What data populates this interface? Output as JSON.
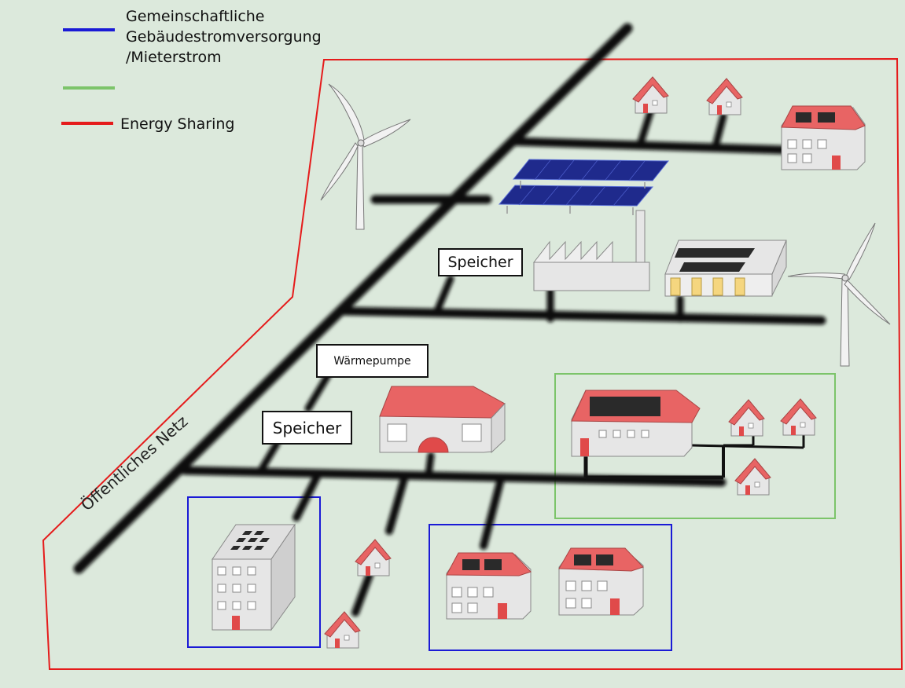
{
  "legend": {
    "blue_label": "Gemeinschaftliche\nGebäudestromversorgung\n/Mieterstrom",
    "green_label": "",
    "red_label": "Energy Sharing"
  },
  "labels": {
    "storage_1": "Speicher",
    "storage_2": "Speicher",
    "heat_pump": "Wärmepumpe",
    "public_grid": "Öffentliches Netz"
  },
  "colors": {
    "background": "#dce9dc",
    "blue": "#1a1ad6",
    "green": "#7cc46a",
    "red": "#e51b1b",
    "roof": "#e86464",
    "wall": "#e6e6e6",
    "door": "#e04a4a",
    "solar": "#1f2a8c",
    "line": "#111111"
  },
  "icons": [
    "wind-turbine-icon",
    "solar-park-icon",
    "factory-icon",
    "house-icon",
    "apartment-block-icon",
    "barn-icon",
    "hall-icon"
  ]
}
